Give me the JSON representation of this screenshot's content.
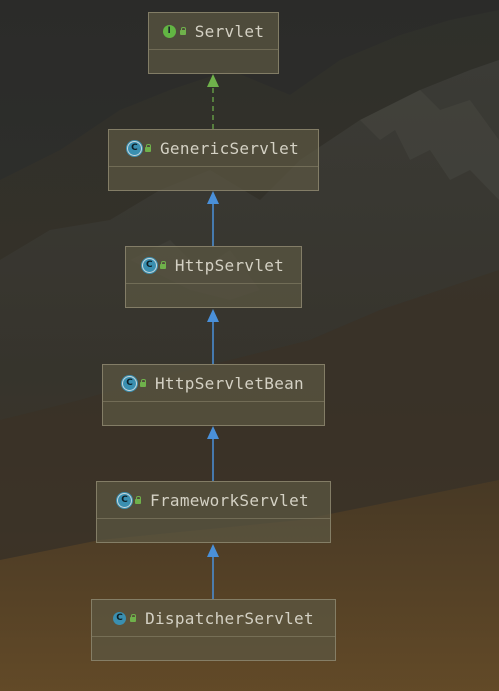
{
  "diagram": {
    "nodes": [
      {
        "id": "servlet",
        "name": "Servlet",
        "kind": "interface",
        "kind_letter": "I"
      },
      {
        "id": "generic-servlet",
        "name": "GenericServlet",
        "kind": "abstract",
        "kind_letter": "C"
      },
      {
        "id": "http-servlet",
        "name": "HttpServlet",
        "kind": "abstract",
        "kind_letter": "C"
      },
      {
        "id": "http-servlet-bean",
        "name": "HttpServletBean",
        "kind": "abstract",
        "kind_letter": "C"
      },
      {
        "id": "framework-servlet",
        "name": "FrameworkServlet",
        "kind": "abstract",
        "kind_letter": "C"
      },
      {
        "id": "dispatcher-servlet",
        "name": "DispatcherServlet",
        "kind": "class",
        "kind_letter": "C"
      }
    ],
    "edges": [
      {
        "from": "generic-servlet",
        "to": "servlet",
        "relation": "implements",
        "style": "dashed",
        "color": "#6fb14b"
      },
      {
        "from": "http-servlet",
        "to": "generic-servlet",
        "relation": "extends",
        "style": "solid",
        "color": "#4a90d9"
      },
      {
        "from": "http-servlet-bean",
        "to": "http-servlet",
        "relation": "extends",
        "style": "solid",
        "color": "#4a90d9"
      },
      {
        "from": "framework-servlet",
        "to": "http-servlet-bean",
        "relation": "extends",
        "style": "solid",
        "color": "#4a90d9"
      },
      {
        "from": "dispatcher-servlet",
        "to": "framework-servlet",
        "relation": "extends",
        "style": "solid",
        "color": "#4a90d9"
      }
    ]
  }
}
